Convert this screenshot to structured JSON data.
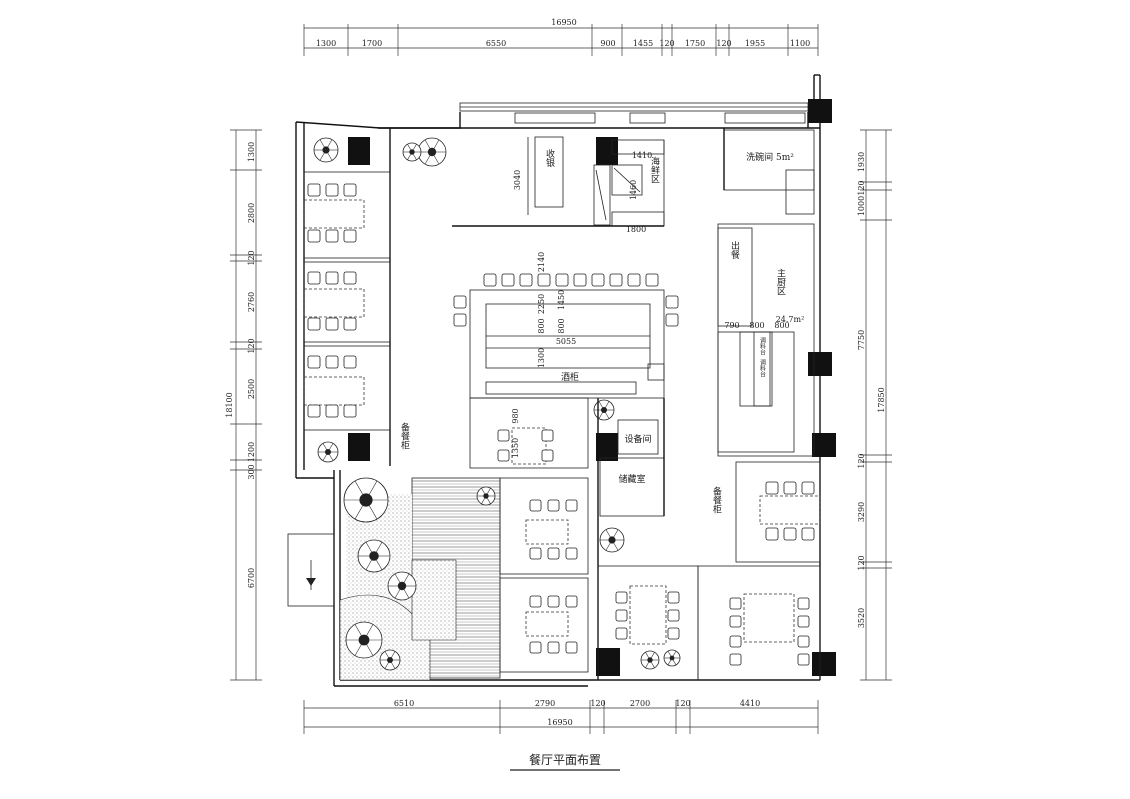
{
  "title": "餐厅平面布置",
  "dims": {
    "top_total": "16950",
    "top_segments": [
      "1300",
      "1700",
      "6550",
      "900",
      "1455",
      "120",
      "1750",
      "120",
      "1955",
      "1100"
    ],
    "bottom_total": "16950",
    "bottom_segments": [
      "6510",
      "2790",
      "120",
      "2700",
      "120",
      "4410"
    ],
    "left_total": "18100",
    "left_segments": [
      "1300",
      "2800",
      "120",
      "2760",
      "120",
      "2500",
      "1200",
      "300",
      "6700"
    ],
    "right_total": "17850",
    "right_segments": [
      "1930",
      "120",
      "1000",
      "7750",
      "120",
      "3290",
      "120",
      "3520"
    ],
    "inner": [
      "3040",
      "1410",
      "1460",
      "1800",
      "2140",
      "1450",
      "800",
      "2250",
      "800",
      "5055",
      "1300",
      "980",
      "1350",
      "790",
      "800",
      "800"
    ]
  },
  "rooms": {
    "cashier": "收银",
    "seafood": "海鲜区",
    "dishwash": "洗碗间 5m²",
    "serving": "出餐",
    "kitchen": "主厨区",
    "kitchen_area": "24.7m²",
    "bar": "酒柜",
    "equipment": "设备间",
    "storage": "储藏室",
    "side_left": "备餐柜",
    "side_right": "备餐柜",
    "counter_a": "调料台",
    "counter_b": "调料台"
  },
  "colors": {
    "line": "#222222",
    "pillar": "#111111",
    "hatch": "#555555"
  }
}
